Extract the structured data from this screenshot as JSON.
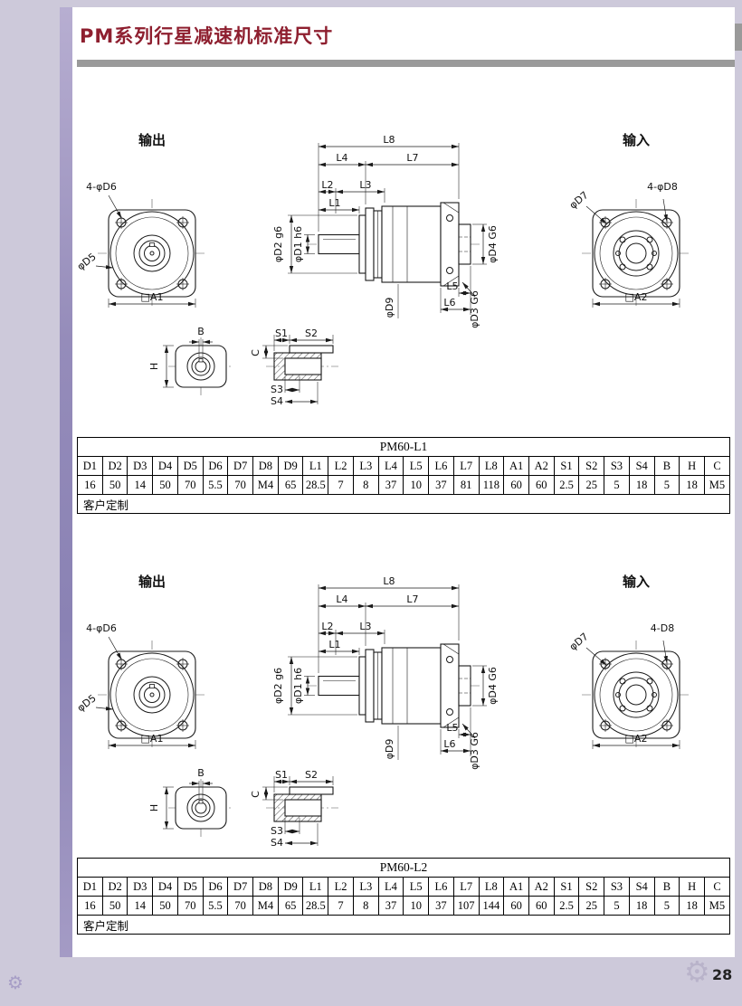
{
  "page": {
    "title": "PM系列行星减速机标准尺寸",
    "page_number": "28"
  },
  "colors": {
    "title_text": "#8e1f2f",
    "accent_gray": "#9a9a9a",
    "margin_purple": "#cdc9da"
  },
  "icons": {
    "gear": "⚙"
  },
  "labels": {
    "output_bolt": "4-φD6",
    "d5": "φD5",
    "a1": "□A1",
    "l1": "L1",
    "l2": "L2",
    "l3": "L3",
    "l4": "L4",
    "l5": "L5",
    "l6": "L6",
    "l7": "L7",
    "l8": "L8",
    "d1": "φD1 h6",
    "d2": "φD2 g6",
    "d3": "φD3 G6",
    "d4": "φD4 G6",
    "d9": "φD9",
    "d7": "φD7",
    "a2": "□A2",
    "b": "B",
    "h": "H",
    "c": "C",
    "s1": "S1",
    "s2": "S2",
    "s3": "S3",
    "s4": "S4"
  },
  "sections": [
    {
      "output_label": "输出",
      "input_label": "输入",
      "input_bolt": "4-φD8",
      "table": {
        "title": "PM60-L1",
        "headers": [
          "D1",
          "D2",
          "D3",
          "D4",
          "D5",
          "D6",
          "D7",
          "D8",
          "D9",
          "L1",
          "L2",
          "L3",
          "L4",
          "L5",
          "L6",
          "L7",
          "L8",
          "A1",
          "A2",
          "S1",
          "S2",
          "S3",
          "S4",
          "B",
          "H",
          "C"
        ],
        "values": [
          "16",
          "50",
          "14",
          "50",
          "70",
          "5.5",
          "70",
          "M4",
          "65",
          "28.5",
          "7",
          "8",
          "37",
          "10",
          "37",
          "81",
          "118",
          "60",
          "60",
          "2.5",
          "25",
          "5",
          "18",
          "5",
          "18",
          "M5"
        ],
        "footer": "客户定制"
      }
    },
    {
      "output_label": "输出",
      "input_label": "输入",
      "input_bolt": "4-D8",
      "table": {
        "title": "PM60-L2",
        "headers": [
          "D1",
          "D2",
          "D3",
          "D4",
          "D5",
          "D6",
          "D7",
          "D8",
          "D9",
          "L1",
          "L2",
          "L3",
          "L4",
          "L5",
          "L6",
          "L7",
          "L8",
          "A1",
          "A2",
          "S1",
          "S2",
          "S3",
          "S4",
          "B",
          "H",
          "C"
        ],
        "values": [
          "16",
          "50",
          "14",
          "50",
          "70",
          "5.5",
          "70",
          "M4",
          "65",
          "28.5",
          "7",
          "8",
          "37",
          "10",
          "37",
          "107",
          "144",
          "60",
          "60",
          "2.5",
          "25",
          "5",
          "18",
          "5",
          "18",
          "M5"
        ],
        "footer": "客户定制"
      }
    }
  ]
}
